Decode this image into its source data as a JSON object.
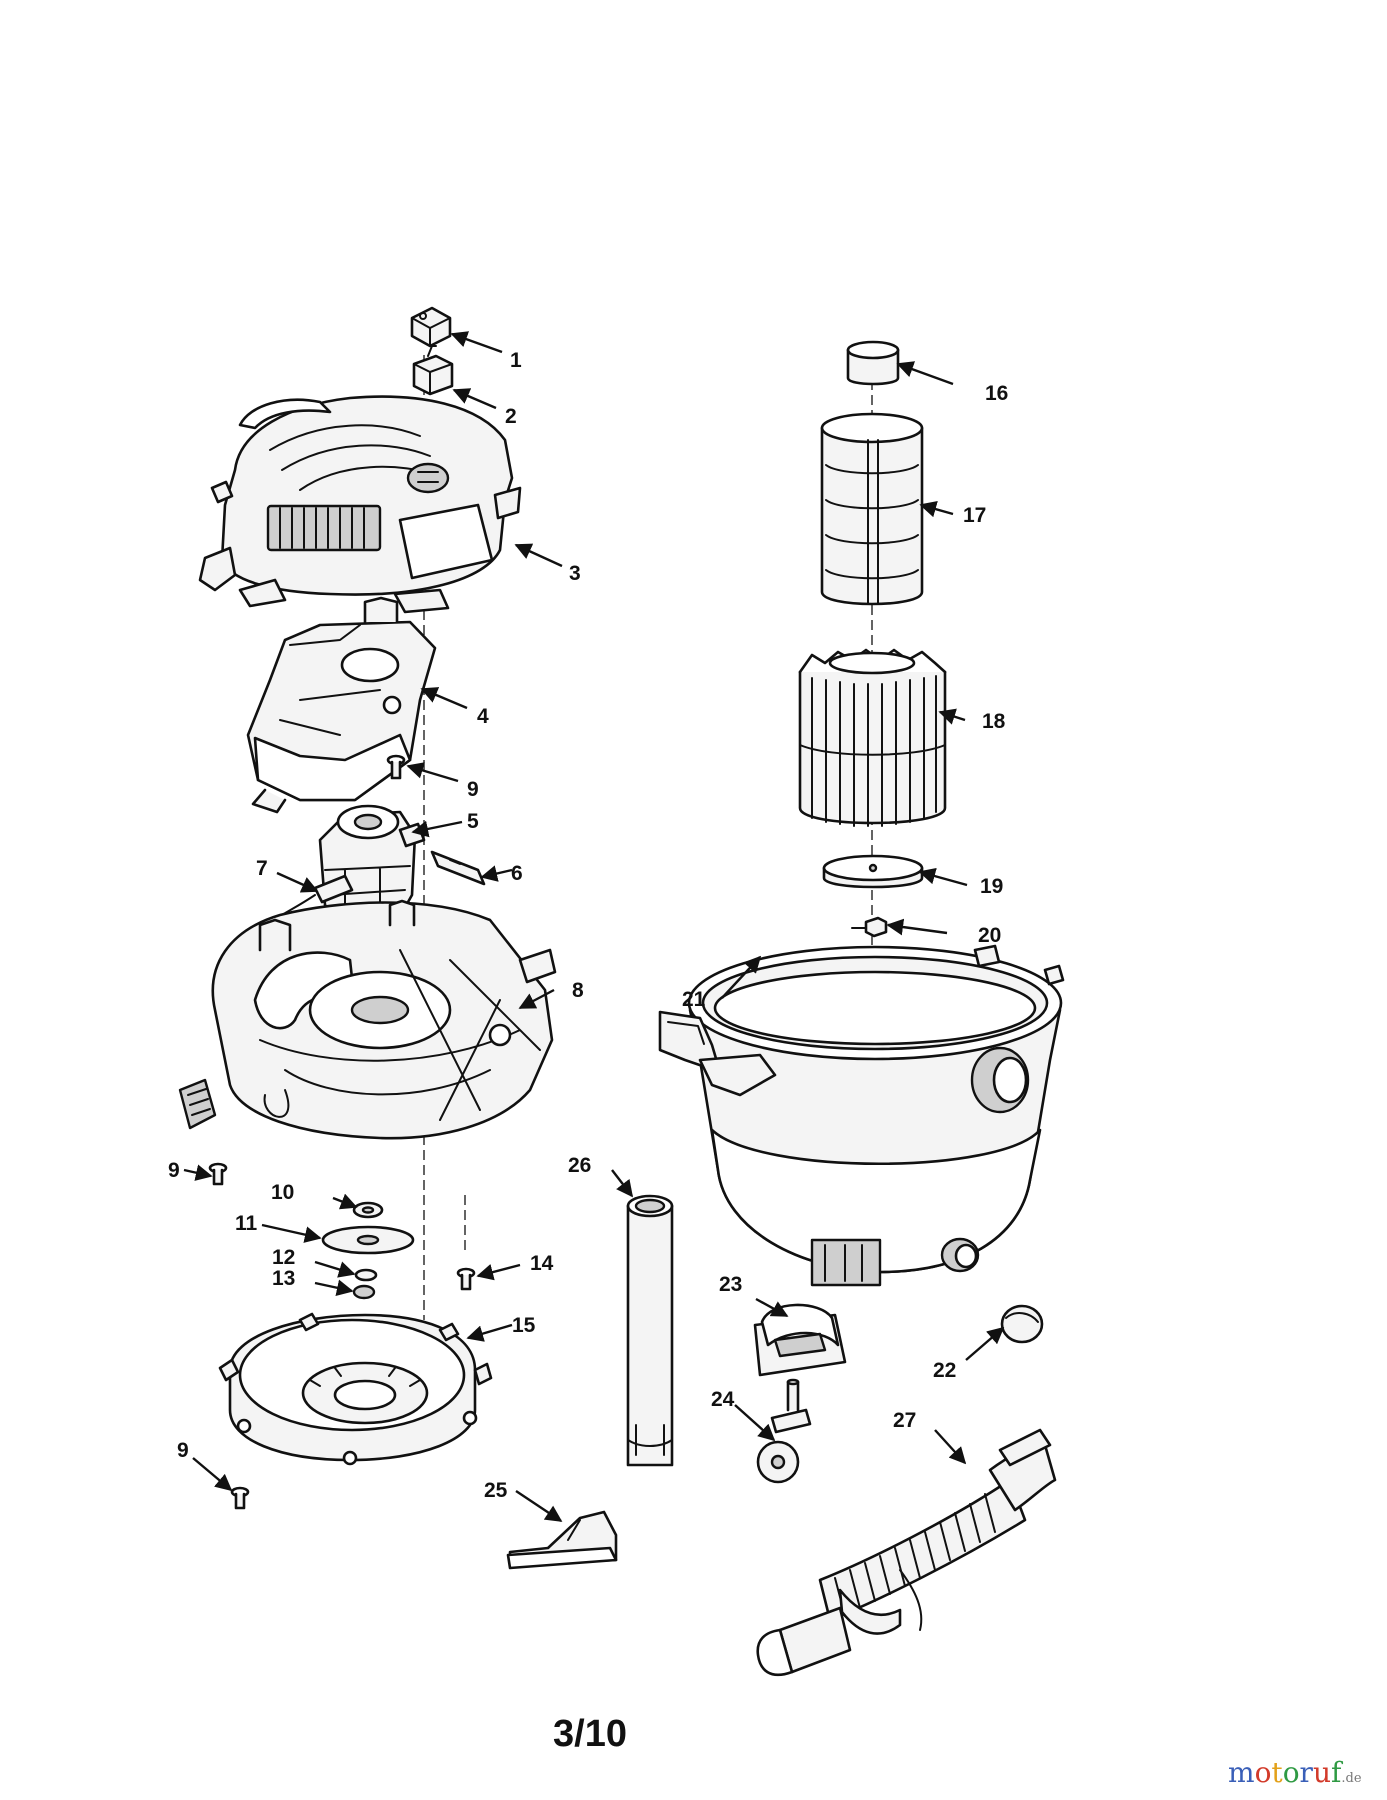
{
  "labels": [
    "1",
    "2",
    "3",
    "4",
    "5",
    "6",
    "7",
    "8",
    "9",
    "10",
    "11",
    "12",
    "13",
    "14",
    "15",
    "16",
    "17",
    "18",
    "19",
    "20",
    "21",
    "22",
    "23",
    "24",
    "25",
    "26",
    "27"
  ],
  "page_number": "3/10",
  "watermark": {
    "letters": [
      {
        "ch": "m",
        "color": "#3a5fb8"
      },
      {
        "ch": "o",
        "color": "#d23a2a"
      },
      {
        "ch": "t",
        "color": "#e3a11a"
      },
      {
        "ch": "o",
        "color": "#2f9a43"
      },
      {
        "ch": "r",
        "color": "#3a5fb8"
      },
      {
        "ch": "u",
        "color": "#d23a2a"
      },
      {
        "ch": "f",
        "color": "#2f9a43"
      }
    ],
    "tld": ".de"
  }
}
